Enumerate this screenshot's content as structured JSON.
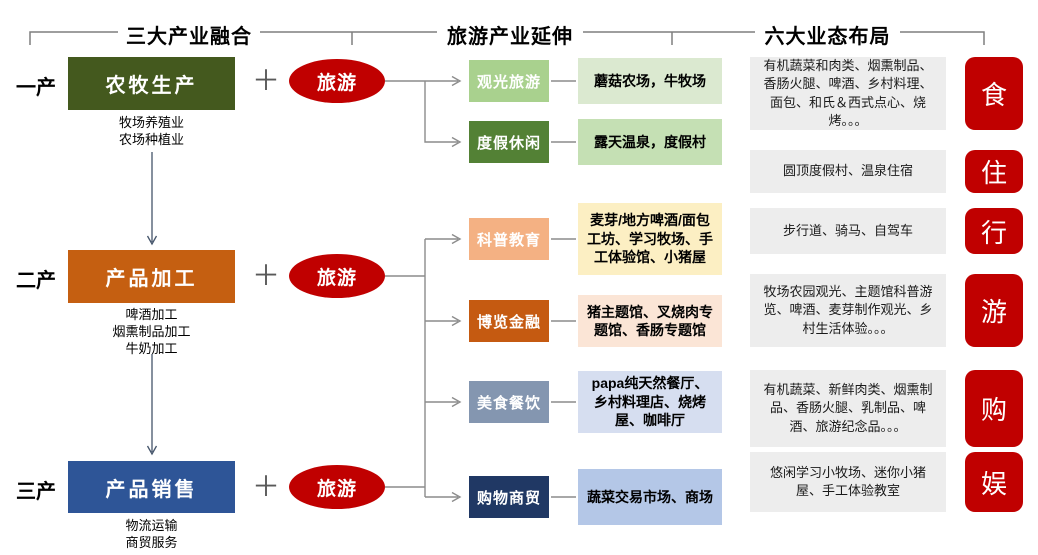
{
  "headers": {
    "left": "三大产业融合",
    "center": "旅游产业延伸",
    "right": "六大业态布局"
  },
  "plus_sign": "＋",
  "tourism_label": "旅游",
  "industries": [
    {
      "tier": "一产",
      "name": "农牧生产",
      "subs": [
        "牧场养殖业",
        "农场种植业"
      ]
    },
    {
      "tier": "二产",
      "name": "产品加工",
      "subs": [
        "啤酒加工",
        "烟熏制品加工",
        "牛奶加工"
      ]
    },
    {
      "tier": "三产",
      "name": "产品销售",
      "subs": [
        "物流运输",
        "商贸服务"
      ]
    }
  ],
  "extensions": [
    {
      "category": "观光旅游",
      "examples": "蘑菇农场，牛牧场"
    },
    {
      "category": "度假休闲",
      "examples": "露天温泉，度假村"
    },
    {
      "category": "科普教育",
      "examples": "麦芽/地方啤酒/面包工坊、学习牧场、手工体验馆、小猪屋"
    },
    {
      "category": "博览金融",
      "examples": "猪主题馆、叉烧肉专题馆、香肠专题馆"
    },
    {
      "category": "美食餐饮",
      "examples": "papa纯天然餐厅、乡村料理店、烧烤屋、咖啡厅"
    },
    {
      "category": "购物商贸",
      "examples": "蔬菜交易市场、商场"
    }
  ],
  "business_layout": [
    {
      "badge": "食",
      "text": "有机蔬菜和肉类、烟熏制品、香肠火腿、啤酒、乡村料理、面包、和氏＆西式点心、烧烤。。。"
    },
    {
      "badge": "住",
      "text": "圆顶度假村、温泉住宿"
    },
    {
      "badge": "行",
      "text": "步行道、骑马、自驾车"
    },
    {
      "badge": "游",
      "text": "牧场农园观光、主题馆科普游览、啤酒、麦芽制作观光、乡村生活体验。。。"
    },
    {
      "badge": "购",
      "text": "有机蔬菜、新鲜肉类、烟熏制品、香肠火腿、乳制品、啤酒、旅游纪念品。。。"
    },
    {
      "badge": "娱",
      "text": "悠闲学习小牧场、迷你小猪屋、手工体验教室"
    }
  ],
  "colors": {
    "industry_green": "#44591e",
    "industry_orange": "#c55f11",
    "industry_blue": "#2e5597",
    "tourism_red": "#c00000",
    "badge_red": "#c00000",
    "category_light_green": "#a9d18e",
    "category_green": "#538135",
    "category_light_orange": "#f4b183",
    "category_orange": "#c55a11",
    "category_blue_gray": "#8496b0",
    "category_navy": "#203864",
    "example_pale_green": "#dbe9d0",
    "example_green": "#c5e0b4",
    "example_yellow": "#fcefc3",
    "example_peach": "#fbe5d6",
    "example_pale_blue": "#d6def0",
    "example_blue": "#b4c7e7",
    "layout_box_gray": "#ededed",
    "connector_gray": "#8c8c8c",
    "flow_arrow_navy": "#44546a"
  }
}
